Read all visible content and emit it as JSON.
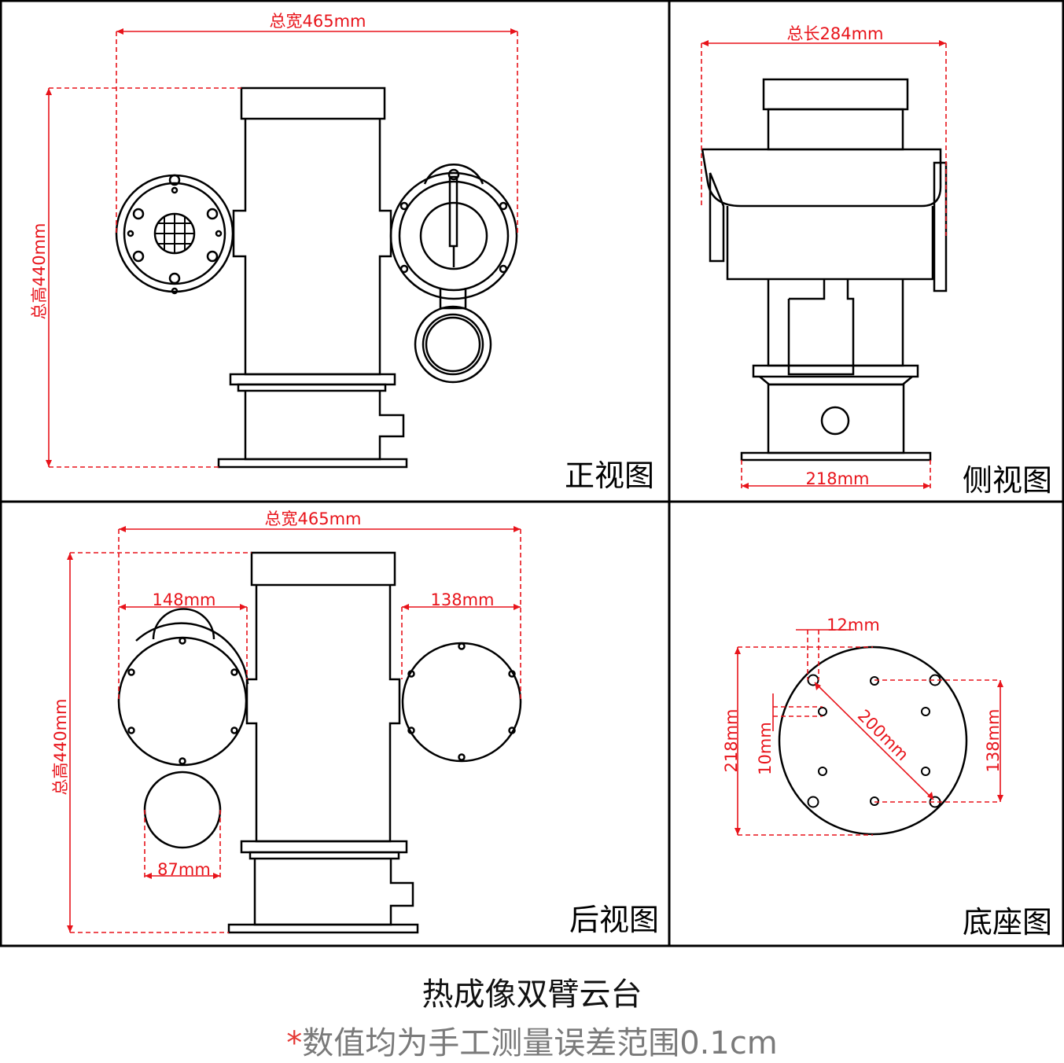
{
  "colors": {
    "outline": "#000000",
    "dimension": "#e8141b",
    "note_star": "#e53935",
    "note_text": "#7a7a7a"
  },
  "views": {
    "front": {
      "title": "正视图",
      "dims": {
        "width": "总宽465mm",
        "height": "总高440mm"
      }
    },
    "side": {
      "title": "侧视图",
      "dims": {
        "length": "总长284mm",
        "base": "218mm"
      }
    },
    "rear": {
      "title": "后视图",
      "dims": {
        "width": "总宽465mm",
        "height": "总高440mm",
        "left_housing": "148mm",
        "right_housing": "138mm",
        "small_housing": "87mm"
      }
    },
    "base": {
      "title": "底座图",
      "dims": {
        "hole": "12mm",
        "diagonal": "200mm",
        "outer": "218mm",
        "offset": "10mm",
        "inner": "138mm"
      }
    }
  },
  "caption": {
    "title": "热成像双臂云台",
    "note_star": "*",
    "note": "数值均为手工测量误差范围0.1cm"
  }
}
